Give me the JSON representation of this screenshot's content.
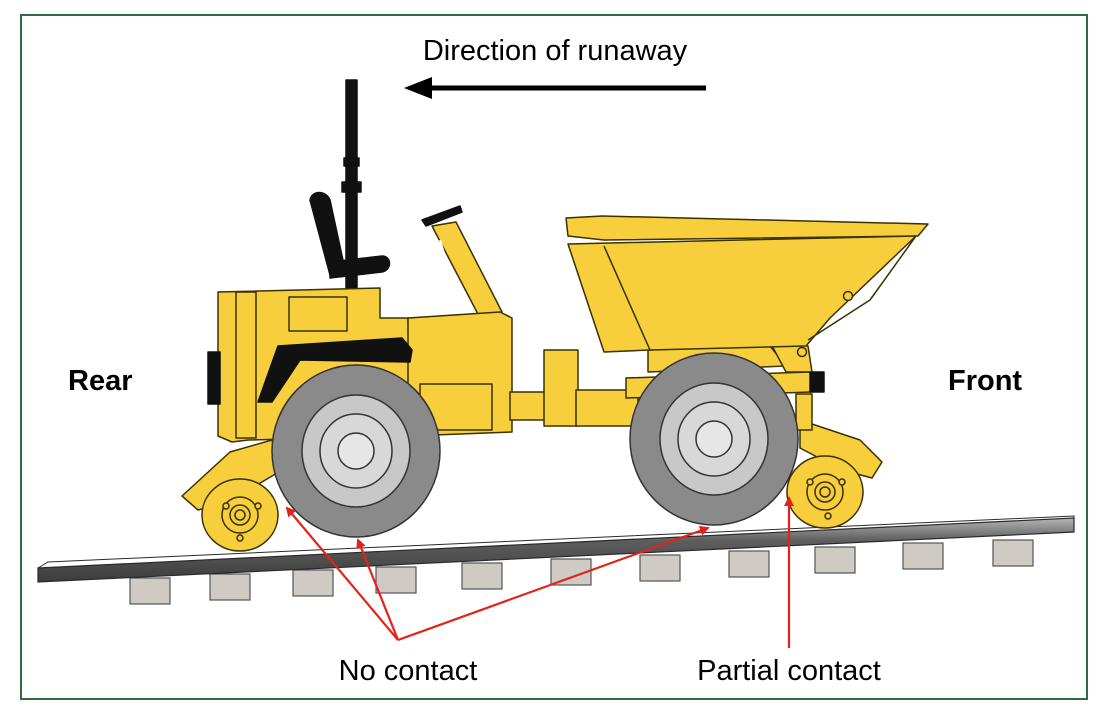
{
  "diagram": {
    "direction_label": "Direction of runaway",
    "rear_label": "Rear",
    "front_label": "Front",
    "no_contact_label": "No contact",
    "partial_contact_label": "Partial contact"
  },
  "colors": {
    "frame": "#2e6b42",
    "machine_yellow": "#f7cf3c",
    "machine_outline": "#3a3000",
    "tyre": "#8a8a8a",
    "rail": "#6e6e6e",
    "sleeper": "#cfcac3",
    "arrow_red": "#e32219"
  },
  "icons": {
    "machine": "road-rail-dumper-icon",
    "direction_arrow": "left-arrow-icon"
  }
}
